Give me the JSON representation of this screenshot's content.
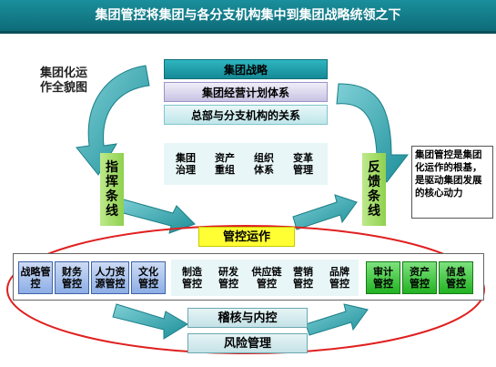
{
  "title": "集团管控将集团与各分支机构集中到集团战略统领之下",
  "panorama_label": "集团化运作全貌图",
  "top_boxes": [
    "集团战略",
    "集团经营计划体系",
    "总部与分支机构的关系"
  ],
  "middle_items": [
    "集团治理",
    "资产重组",
    "组织体系",
    "变革管理"
  ],
  "left_line": "指挥条线",
  "right_line": "反馈条线",
  "center_label": "管控运作",
  "note": "集团管控是集团化运作的根基，是驱动集团发展的核心动力",
  "row_blue": [
    "战略管控",
    "财务管控",
    "人力资源管控",
    "文化管控"
  ],
  "row_gray": [
    "制造管控",
    "研发管控",
    "供应链管控",
    "营销管控",
    "品牌管控"
  ],
  "row_green": [
    "审计管控",
    "资产管控",
    "信息管控"
  ],
  "bottom_boxes": [
    "稽核与内控",
    "风险管理"
  ],
  "colors": {
    "teal": "#1a8f9c",
    "blue": "#9ab8e8",
    "green": "#33cc33",
    "yellow": "#ffff33",
    "oval": "#e02020",
    "arrow": "#2ba0a8"
  }
}
